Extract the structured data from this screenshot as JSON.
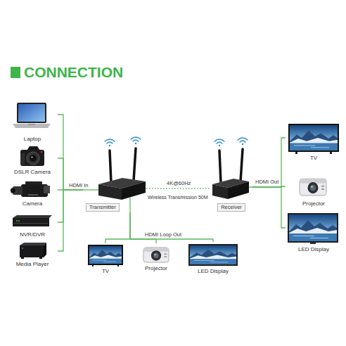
{
  "diagram": {
    "title": "CONNECTION",
    "nodes": [
      {
        "text": [
          "Laptop"
        ]
      },
      {
        "text": [
          "DSLR Camera"
        ]
      },
      {
        "text": [
          "Camera"
        ]
      },
      {
        "text": [
          "NVR/DVR"
        ]
      },
      {
        "text": [
          "Media Player"
        ]
      },
      {
        "text": [
          "Transmitter"
        ]
      },
      {
        "text": [
          "Receiver"
        ]
      },
      {
        "text": [
          "TV"
        ]
      },
      {
        "text": [
          "Projector"
        ]
      },
      {
        "text": [
          "LED Display"
        ]
      },
      {
        "text": [
          "TV"
        ]
      },
      {
        "text": [
          "Projector"
        ]
      },
      {
        "text": [
          "LED Display"
        ]
      }
    ],
    "edges": [
      {
        "from": 0,
        "to": 5,
        "arrow": "none"
      },
      {
        "from": 1,
        "to": 5,
        "arrow": "none"
      },
      {
        "from": 2,
        "to": 5,
        "arrow": "none"
      },
      {
        "from": 3,
        "to": 5,
        "arrow": "none"
      },
      {
        "from": 4,
        "to": 5,
        "arrow": "none"
      },
      {
        "from": 5,
        "to": 6,
        "label": "4K@60Hz",
        "arrow": "none"
      },
      {
        "from": 6,
        "to": 7,
        "arrow": "none"
      },
      {
        "from": 6,
        "to": 8,
        "arrow": "none"
      },
      {
        "from": 6,
        "to": 9,
        "arrow": "none"
      },
      {
        "from": 5,
        "to": 10,
        "arrow": "none"
      },
      {
        "from": 5,
        "to": 11,
        "arrow": "none"
      },
      {
        "from": 5,
        "to": 12,
        "arrow": "none"
      }
    ],
    "labels": [
      "HDMI In",
      "Wireless Transmission 50M",
      "HDMI Out",
      "HDMI Loop Out"
    ]
  }
}
